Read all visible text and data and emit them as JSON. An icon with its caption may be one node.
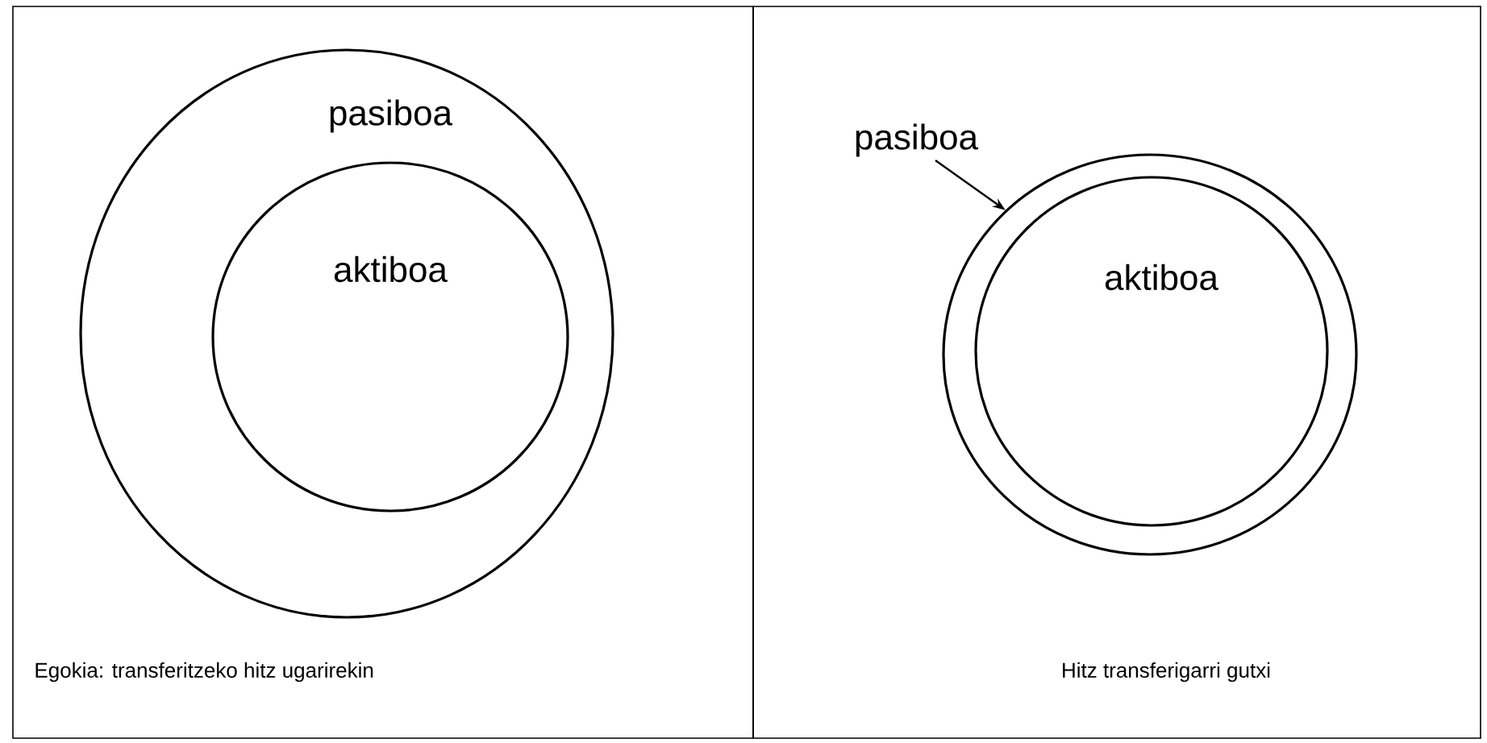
{
  "diagram": {
    "nodes": [
      {
        "text": [
          "Egokia: transferitzeko hitz ugarirekin"
        ]
      },
      {
        "text": [
          "pasiboa"
        ],
        "in": 0
      },
      {
        "text": [
          "aktiboa"
        ],
        "in": 1
      },
      {
        "text": [
          "Hitz transferigarri gutxi"
        ]
      },
      {
        "text": [],
        "shape": "circle",
        "in": 3
      },
      {
        "text": [
          "aktiboa"
        ],
        "in": 4
      },
      {
        "text": [
          "pasiboa"
        ],
        "in": 3
      }
    ],
    "edges": [
      {
        "from": 6,
        "to": 4,
        "arrow": "to"
      }
    ]
  }
}
